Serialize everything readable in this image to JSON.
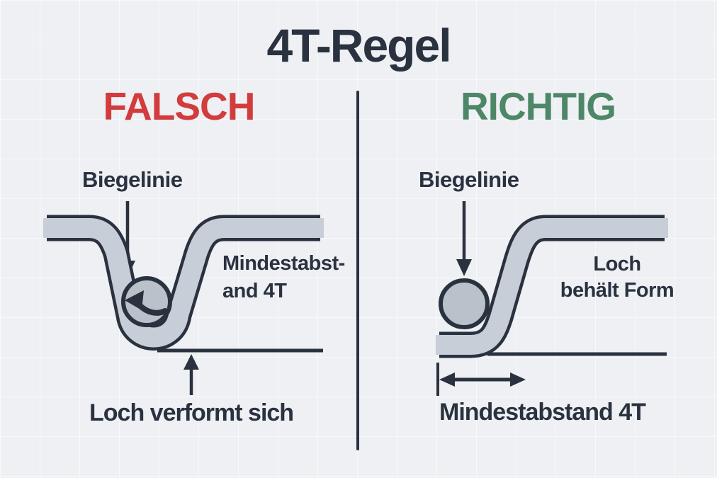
{
  "title": "4T-Regel",
  "theme": {
    "bg": "#eef0f4",
    "ink": "#2a3240",
    "wrong": "#d23c3c",
    "right": "#4d8767",
    "sheet_fill": "#c8ced7",
    "hole_fill": "#b9c1cb"
  },
  "left_panel": {
    "header": "FALSCH",
    "bend_line_label": "Biegelinie",
    "note": "Mindestabst-\nand 4T",
    "caption": "Loch verformt sich"
  },
  "right_panel": {
    "header": "RICHTIG",
    "bend_line_label": "Biegelinie",
    "note": "Loch\nbehält Form",
    "caption": "Mindestabstand 4T"
  },
  "icons": {
    "left_bend_pointer": "arrow-down",
    "left_deformation": "arrow-left-curved",
    "left_hole_callout": "arrow-up",
    "right_bend_pointer": "arrow-down",
    "right_min_distance": "arrow-left-right"
  }
}
